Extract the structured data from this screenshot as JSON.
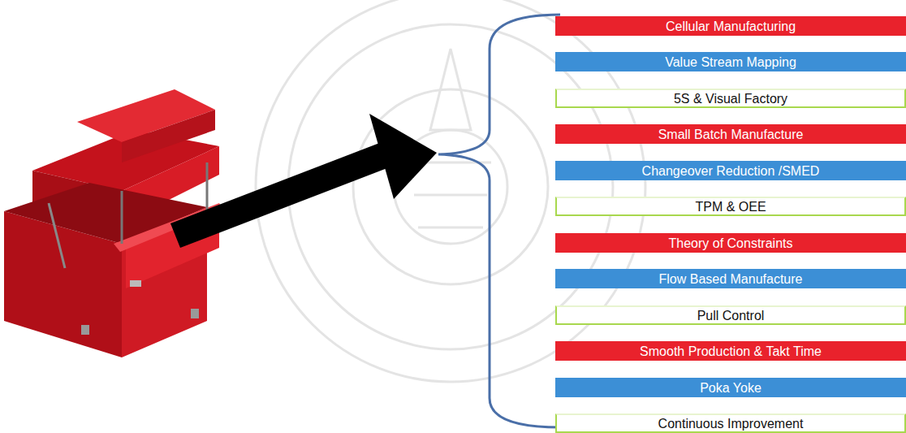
{
  "diagram": {
    "nodes": [
      {
        "text": [
          "Cellular Manufacturing"
        ]
      },
      {
        "text": [
          "Value Stream Mapping"
        ]
      },
      {
        "text": [
          "5S & Visual Factory"
        ]
      },
      {
        "text": [
          "Small Batch Manufacture"
        ]
      },
      {
        "text": [
          "Changeover Reduction /SMED"
        ]
      },
      {
        "text": [
          "TPM & OEE"
        ]
      },
      {
        "text": [
          "Theory of Constraints"
        ]
      },
      {
        "text": [
          "Flow Based Manufacture"
        ]
      },
      {
        "text": [
          "Pull Control"
        ]
      },
      {
        "text": [
          "Smooth Production & Takt Time"
        ]
      },
      {
        "text": [
          "Poka Yoke"
        ]
      },
      {
        "text": [
          "Continuous Improvement"
        ]
      }
    ]
  }
}
